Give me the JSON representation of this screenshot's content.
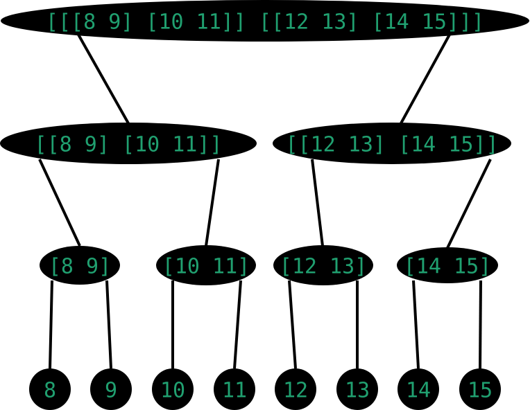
{
  "nodes": {
    "root": {
      "label": "[[[8 9] [10 11]] [[12 13] [14 15]]]"
    },
    "l1a": {
      "label": "[[8 9] [10 11]]"
    },
    "l1b": {
      "label": "[[12 13] [14 15]]"
    },
    "l2a": {
      "label": "[8 9]"
    },
    "l2b": {
      "label": "[10 11]"
    },
    "l2c": {
      "label": "[12 13]"
    },
    "l2d": {
      "label": "[14 15]"
    },
    "n8": {
      "label": "8"
    },
    "n9": {
      "label": "9"
    },
    "n10": {
      "label": "10"
    },
    "n11": {
      "label": "11"
    },
    "n12": {
      "label": "12"
    },
    "n13": {
      "label": "13"
    },
    "n14": {
      "label": "14"
    },
    "n15": {
      "label": "15"
    }
  },
  "edges": [
    [
      "root",
      "l1a"
    ],
    [
      "root",
      "l1b"
    ],
    [
      "l1a",
      "l2a"
    ],
    [
      "l1a",
      "l2b"
    ],
    [
      "l1b",
      "l2c"
    ],
    [
      "l1b",
      "l2d"
    ],
    [
      "l2a",
      "n8"
    ],
    [
      "l2a",
      "n9"
    ],
    [
      "l2b",
      "n10"
    ],
    [
      "l2b",
      "n11"
    ],
    [
      "l2c",
      "n12"
    ],
    [
      "l2c",
      "n13"
    ],
    [
      "l2d",
      "n14"
    ],
    [
      "l2d",
      "n15"
    ]
  ],
  "colors": {
    "node": "#000000",
    "text": "#20a070",
    "edge": "#000000"
  }
}
